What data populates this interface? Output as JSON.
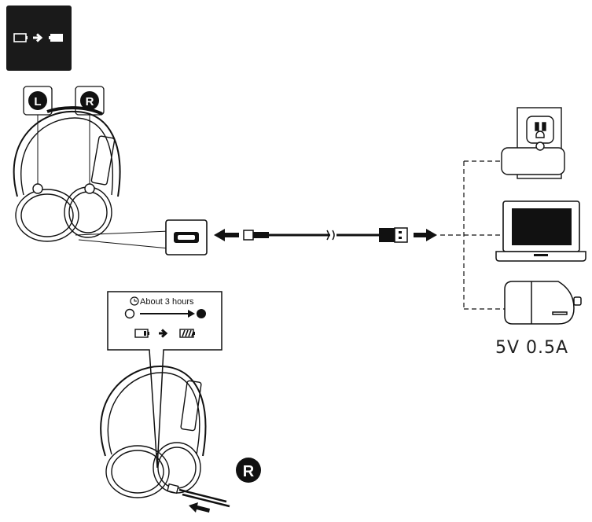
{
  "header_icon": {
    "name": "battery-charge-icon",
    "bg_color": "#1a1a1a"
  },
  "labels": {
    "left": "L",
    "right": "R",
    "right_bottom": "R"
  },
  "callout": {
    "duration_text": "About 3 hours"
  },
  "power_spec": "5V 0.5A",
  "power_sources": [
    "wall-outlet-adapter",
    "laptop",
    "car-charger"
  ]
}
